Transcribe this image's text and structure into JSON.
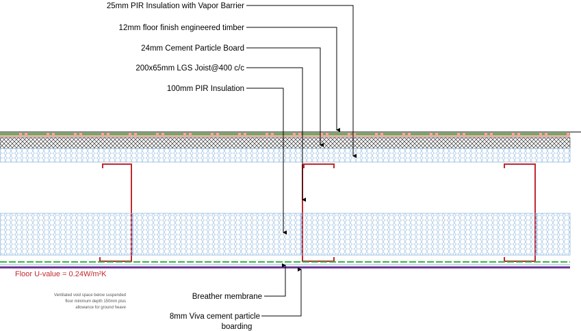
{
  "labels": {
    "vapor_barrier": "25mm PIR Insulation with Vapor Barrier",
    "floor_finish": "12mm floor finish engineered timber",
    "cement_board": "24mm Cement Particle Board",
    "joist": "200x65mm LGS Joist@400 c/c",
    "pir_100": "100mm PIR Insulation",
    "breather": "Breather membrane",
    "viva_line1": "8mm Viva cement particle",
    "viva_line2": "boarding"
  },
  "u_value": "Floor U-value = 0.24W/m²K",
  "note": [
    "Ventilated void space below suspended",
    "floor minimum depth 150mm plus",
    "allowance for ground heave"
  ],
  "colors": {
    "finish_green": "#39b54a",
    "finish_salmon": "#f4a7a0",
    "joist_red": "#c1272d",
    "membrane_purple": "#662d91",
    "insulation_blue": "#9cc3e6",
    "u_value_red": "#c1272d"
  }
}
